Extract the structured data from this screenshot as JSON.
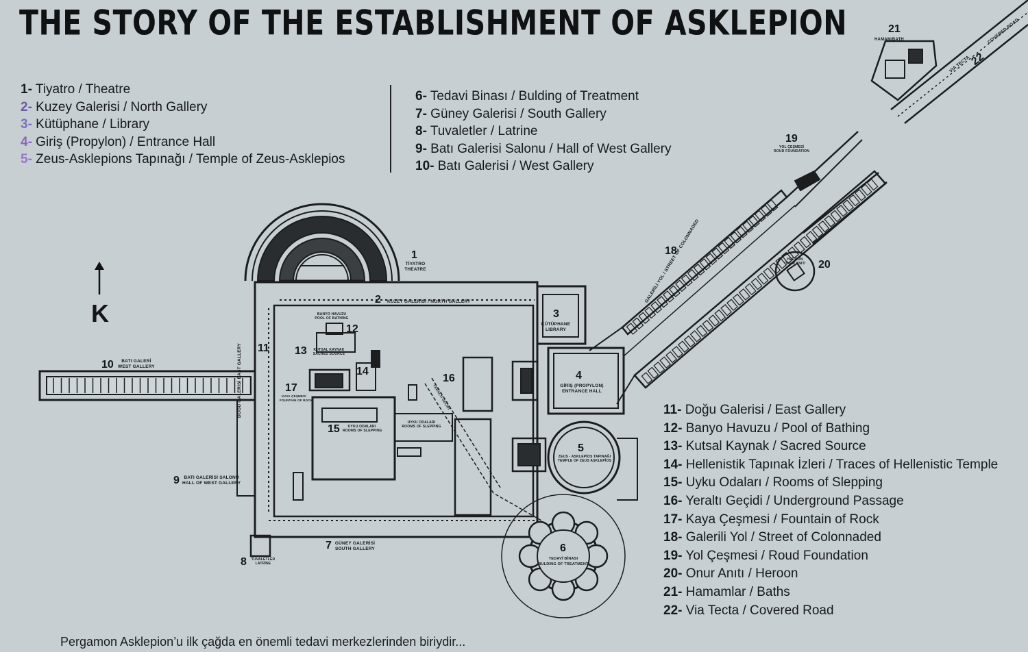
{
  "title": "THE STORY OF THE ESTABLISHMENT OF ASKLEPION",
  "colors": {
    "background": "#c7cfd3",
    "ink": "#141618",
    "accent_violet": "#7b6dc0"
  },
  "legend_left": [
    {
      "num": "1-",
      "text": " Tiyatro / Theatre"
    },
    {
      "num": "2-",
      "text": " Kuzey Galerisi / North Gallery"
    },
    {
      "num": "3-",
      "text": " Kütüphane / Library"
    },
    {
      "num": "4-",
      "text": " Giriş (Propylon) / Entrance Hall"
    },
    {
      "num": "5-",
      "text": " Zeus-Asklepions Tapınağı / Temple of Zeus-Asklepios"
    }
  ],
  "legend_middle": [
    {
      "num": "6-",
      "text": " Tedavi Binası / Bulding of Treatment"
    },
    {
      "num": "7-",
      "text": " Güney Galerisi / South Gallery"
    },
    {
      "num": "8-",
      "text": " Tuvaletler / Latrine"
    },
    {
      "num": "9-",
      "text": " Batı Galerisi Salonu / Hall of West Gallery"
    },
    {
      "num": "10-",
      "text": " Batı Galerisi / West Gallery"
    }
  ],
  "legend_right": [
    {
      "num": "11-",
      "text": " Doğu Galerisi / East Gallery"
    },
    {
      "num": "12-",
      "text": " Banyo Havuzu / Pool of Bathing"
    },
    {
      "num": "13-",
      "text": " Kutsal Kaynak / Sacred Source"
    },
    {
      "num": "14-",
      "text": " Hellenistik Tapınak İzleri / Traces of Hellenistic Temple"
    },
    {
      "num": "15-",
      "text": " Uyku Odaları / Rooms of Slepping"
    },
    {
      "num": "16-",
      "text": " Yeraltı Geçidi / Underground Passage"
    },
    {
      "num": "17-",
      "text": " Kaya Çeşmesi / Fountain of Rock"
    },
    {
      "num": "18-",
      "text": " Galerili Yol / Street of Colonnaded"
    },
    {
      "num": "19-",
      "text": " Yol Çeşmesi  / Roud Foundation"
    },
    {
      "num": "20-",
      "text": " Onur Anıtı / Heroon"
    },
    {
      "num": "21-",
      "text": " Hamamlar / Baths"
    },
    {
      "num": "22-",
      "text": " Via Tecta / Covered Road"
    }
  ],
  "north_label": "K",
  "map_labels": {
    "n1": "1",
    "n1_tr": "TİYATRO",
    "n1_en": "THEATRE",
    "n2": "2",
    "n2_txt": "KUZEY GALERİSİ / NORTH GALLERY",
    "n3": "3",
    "n3_tr": "KÜTÜPHANE",
    "n3_en": "LIBRARY",
    "n4": "4",
    "n4_tr": "GİRİŞ (PROPYLON)",
    "n4_en": "ENTRANCE HALL",
    "n5": "5",
    "n5_tr": "ZEUS - ASKLEPİOS TAPINAĞI",
    "n5_en": "TEMPLE OF ZEUS ASKLEPİOS",
    "n6": "6",
    "n6_tr": "TEDAVİ BİNASI",
    "n6_en": "BULDING OF TREATMENT",
    "n7": "7",
    "n7_tr": "GÜNEY GALERİSİ",
    "n7_en": "SOUTH GALLERY",
    "n8": "8",
    "n8_tr": "TUVALETLER",
    "n8_en": "LATRİNE",
    "n9": "9",
    "n9_tr": "BATI GALERİSİ SALONU",
    "n9_en": "HALL OF WEST GALLERY",
    "n10": "10",
    "n10_tr": "BATI GALERİ",
    "n10_en": "WEST GALLERY",
    "n11": "11",
    "n11_txt": "DOĞU GALERİSİ EAST GALLERY",
    "n12": "12",
    "n12_tr": "BANYO HAVUZU",
    "n12_en": "POOL OF BATHING",
    "n13": "13",
    "n13_tr": "KUTSAL KAYNAK",
    "n13_en": "SACRED SOURCE",
    "n14": "14",
    "n15": "15",
    "n15_tr": "UYKU ODALARI",
    "n15_en": "ROOMS OF SLEPPING",
    "n15b_tr": "UYKU ODALARI",
    "n15b_en": "ROOMS OF SLEPPING",
    "n16": "16",
    "n16_txt": "YERALTI GEÇİDİ",
    "n17": "17",
    "n17_tr": "KAYA ÇEŞMESİ",
    "n17_en": "FOUNTAIN OF ROCK",
    "n18": "18",
    "n18_txt": "GALERİLİ YOL / STREET OF COLONNADED",
    "n19": "19",
    "n19_tr": "YOL ÇEŞMESİ",
    "n19_en": "ROUD FOUNDATION",
    "n20": "20",
    "n20_tr": "HEROON",
    "n20_en": "ONUR ANITI",
    "n21": "21",
    "n21_txt": "HAMAM/BATH",
    "n22": "22",
    "n22_txt": "VIA TECTA",
    "n22_txt2": "COVERED ROAD"
  },
  "footer_text": "Pergamon Asklepion’u ilk çağda en önemli tedavi merkezlerinden biriydir..."
}
